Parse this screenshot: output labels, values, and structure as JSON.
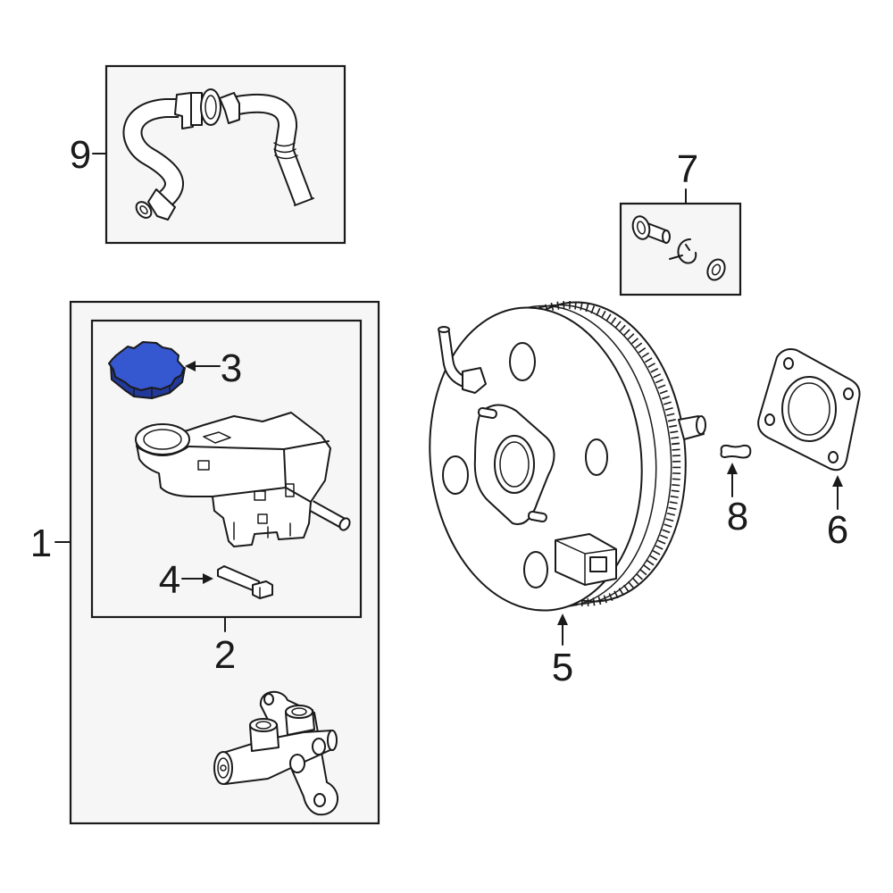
{
  "callouts": {
    "part_1": "1",
    "part_2": "2",
    "part_3": "3",
    "part_4": "4",
    "part_5": "5",
    "part_6": "6",
    "part_7": "7",
    "part_8": "8",
    "part_9": "9"
  },
  "colors": {
    "highlight": "#3557cf",
    "highlight_shade": "#22399c",
    "box_fill": "#f6f6f6"
  }
}
